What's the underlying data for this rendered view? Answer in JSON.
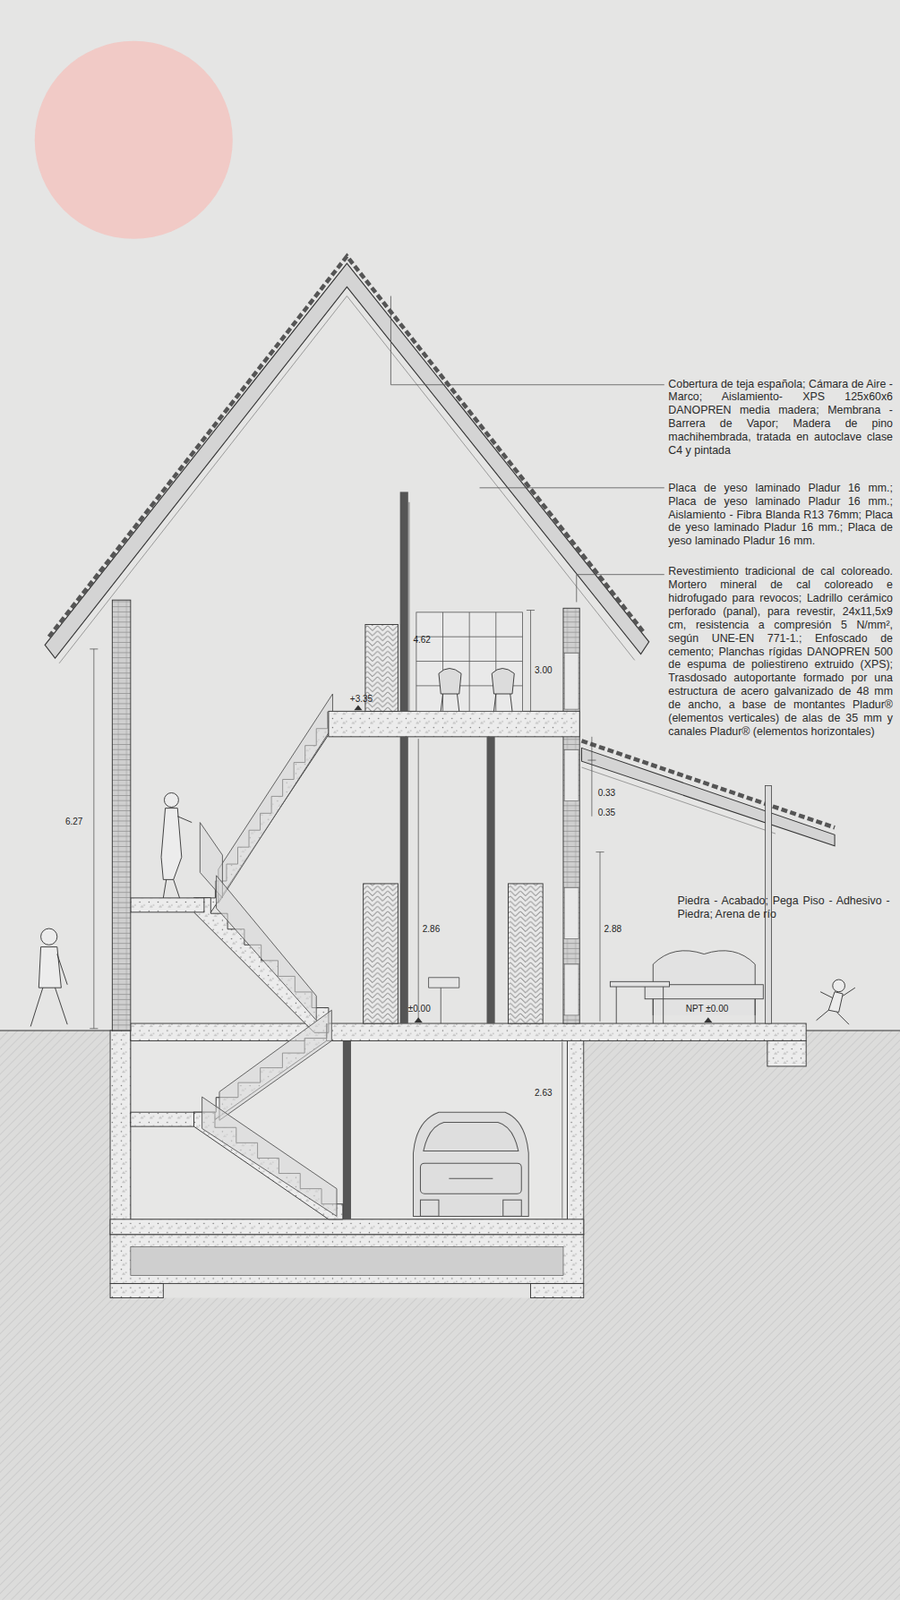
{
  "diagram": {
    "labels": [
      "Cobertura de teja española; Cámara de Aire - Marco; Aislamiento- XPS 125x60x6 DANOPREN media madera; Membrana - Barrera de Vapor; Madera de pino machihembrada, tratada en autoclave clase C4 y pintada",
      "Placa de yeso laminado Pladur 16 mm.; Placa de yeso laminado Pladur 16 mm.; Aislamiento - Fibra Blanda R13 76mm; Placa de yeso laminado Pladur 16 mm.; Placa de yeso laminado Pladur 16 mm.",
      "Revestimiento tradicional de cal coloreado. Mortero mineral de cal coloreado e hidrofugado para revocos; Ladrillo cerámico perforado (panal), para revestir, 24x11,5x9 cm, resistencia a compresión 5 N/mm², según UNE-EN 771-1.; Enfoscado de cemento; Planchas rígidas DANOPREN 500 de espuma de poliestireno extruido (XPS); Trasdosado autoportante formado por una estructura de acero galvanizado de 48 mm de ancho, a base de montantes Pladur® (elementos verticales) de alas de 35 mm y canales Pladur® (elementos horizontales)",
      "4.62",
      "3.00",
      "+3.35",
      "6.27",
      "0.33",
      "0.35",
      "2.86",
      "2.88",
      "±0.00",
      "Piedra - Acabado; Pega Piso - Adhesivo - Piedra; Arena de río",
      "NPT ±0.00",
      "2.63"
    ]
  }
}
